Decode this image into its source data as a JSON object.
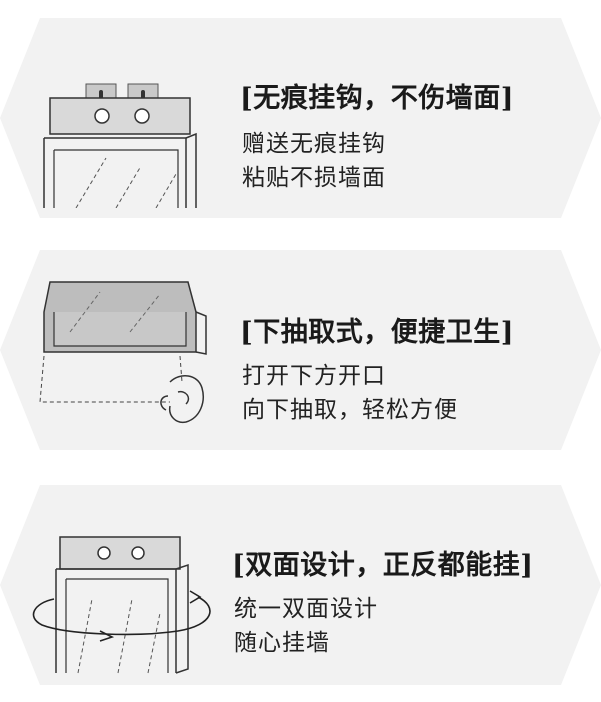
{
  "features": [
    {
      "title": "[无痕挂钩，不伤墙面]",
      "lines": [
        "赠送无痕挂钩",
        "粘贴不损墙面"
      ],
      "icon": "wall-hook-icon"
    },
    {
      "title": "[下抽取式，便捷卫生]",
      "lines": [
        "打开下方开口",
        "向下抽取，轻松方便"
      ],
      "icon": "pull-down-tissue-icon"
    },
    {
      "title": "[双面设计，正反都能挂]",
      "lines": [
        "统一双面设计",
        "随心挂墙"
      ],
      "icon": "double-sided-rotate-icon"
    }
  ],
  "colors": {
    "card_bg": "#f2f2f2",
    "page_bg": "#ffffff",
    "text": "#1a1a1a",
    "line_art": "#333333",
    "hook": "#c9c9c9",
    "top_panel": "#d9d9d9"
  }
}
